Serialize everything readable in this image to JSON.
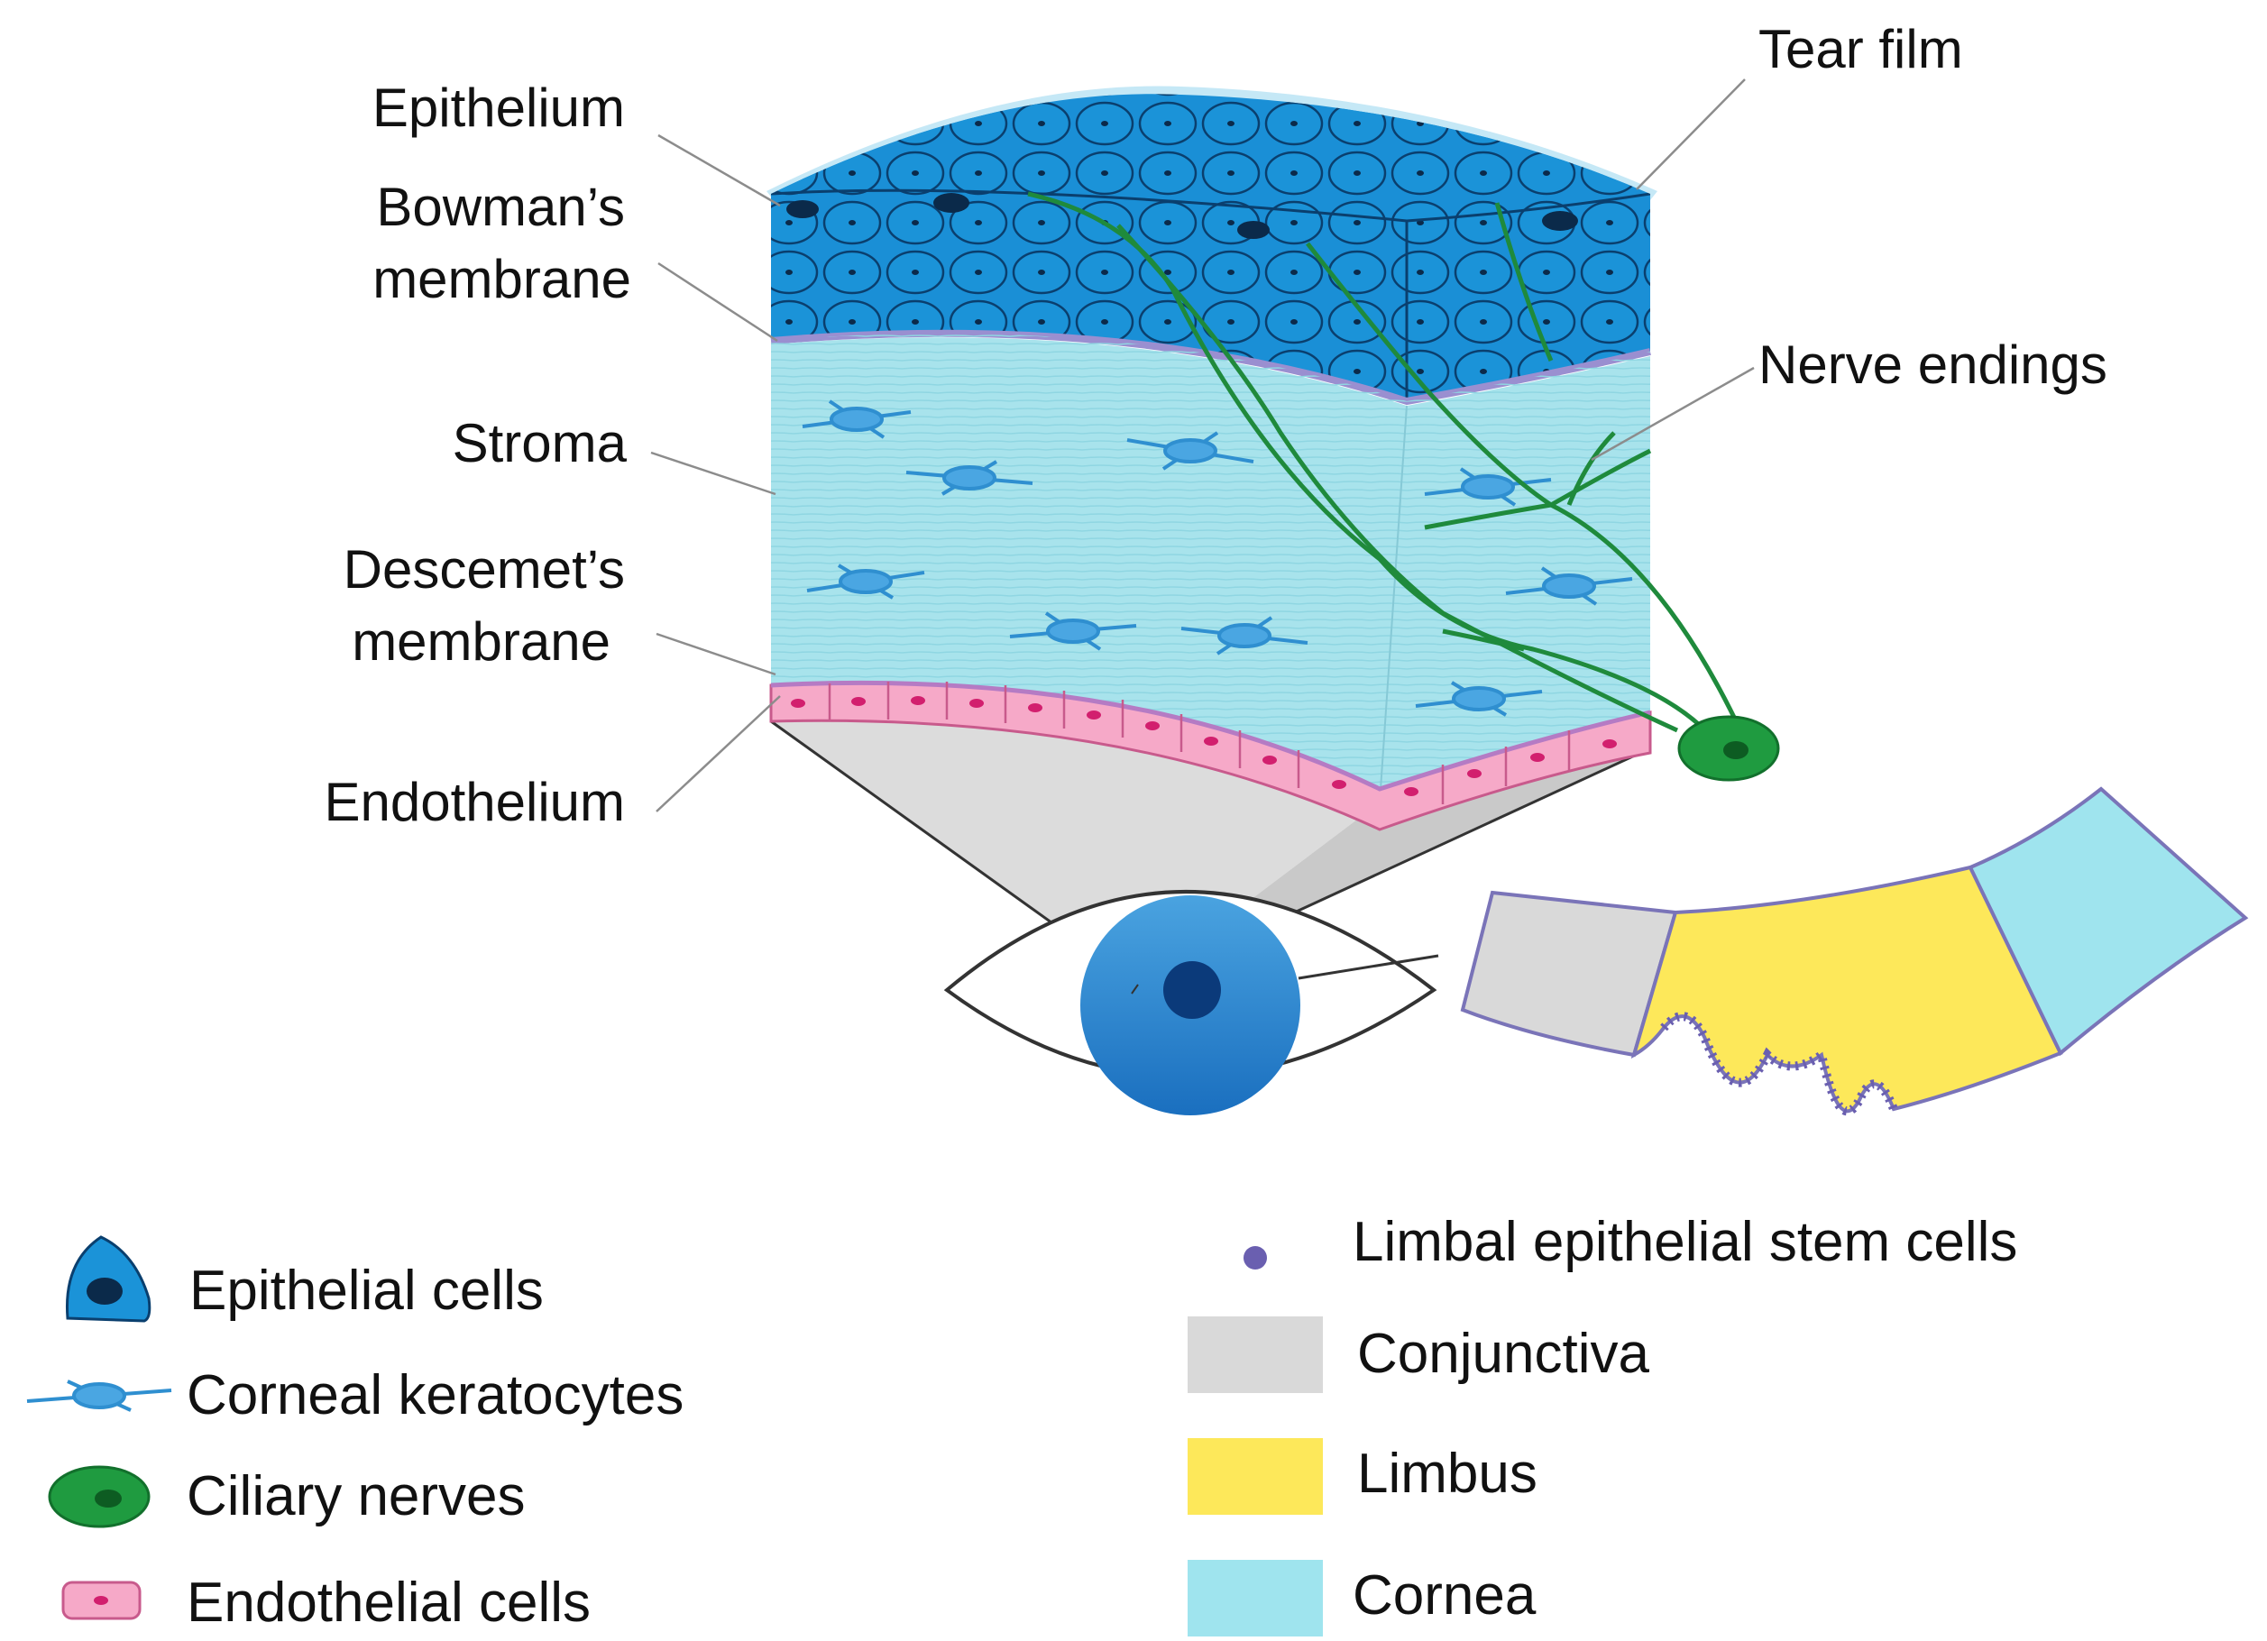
{
  "labels": {
    "tear_film": "Tear film",
    "epithelium": "Epithelium",
    "bowmans_line1": "Bowman’s",
    "bowmans_line2": "membrane",
    "nerve_endings": "Nerve endings",
    "stroma": "Stroma",
    "descemets_line1": "Descemet’s",
    "descemets_line2": "membrane",
    "endothelium": "Endothelium"
  },
  "legend_left": [
    {
      "label": "Epithelial cells",
      "icon": "epithelial-cell-icon"
    },
    {
      "label": "Corneal keratocytes",
      "icon": "keratocyte-icon"
    },
    {
      "label": "Ciliary nerves",
      "icon": "ciliary-nerve-icon"
    },
    {
      "label": "Endothelial cells",
      "icon": "endothelial-cell-icon"
    }
  ],
  "legend_right": [
    {
      "label": "Limbal epithelial stem cells",
      "icon": "stem-cell-dot-icon"
    },
    {
      "label": "Conjunctiva",
      "icon": "conjunctiva-swatch"
    },
    {
      "label": "Limbus",
      "icon": "limbus-swatch"
    },
    {
      "label": "Cornea",
      "icon": "cornea-swatch"
    }
  ],
  "colors": {
    "epithelium": "#1a8fd6",
    "epithelium_dark": "#0d5f9e",
    "stroma": "#a8e3ec",
    "endothelium": "#f6a9c8",
    "nerve": "#1f8a3c",
    "conjunctiva": "#d9d9d9",
    "limbus": "#fde85a",
    "cornea": "#9fe4ee",
    "stem_cell": "#6a5fb0"
  }
}
